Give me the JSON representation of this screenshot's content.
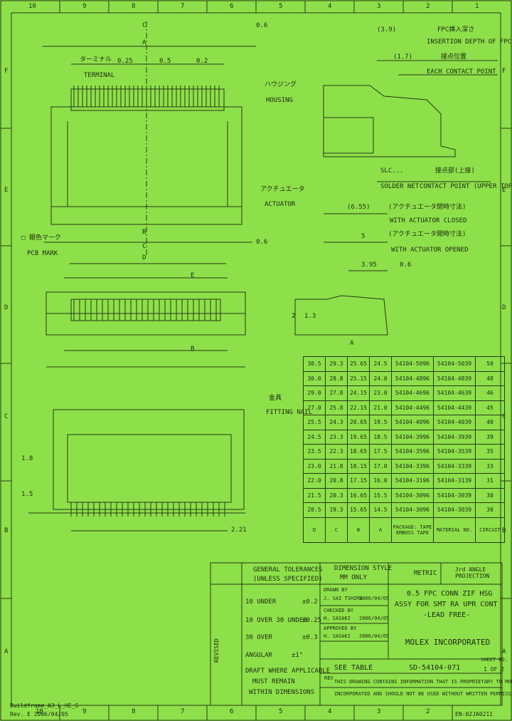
{
  "grid_cols": [
    "10",
    "9",
    "8",
    "7",
    "6",
    "5",
    "4",
    "3",
    "2",
    "1"
  ],
  "grid_rows": [
    "F",
    "E",
    "D",
    "C",
    "B",
    "A"
  ],
  "labels": {
    "dim_c_top": "C",
    "dim_a_top": "A",
    "dim_0_6": "0.6",
    "dim_0_5": "0.5",
    "dim_0_2": "0.2",
    "dim_0_25": "0.25",
    "terminal_jp": "ターミナル",
    "terminal": "TERMINAL",
    "housing_jp": "ハウジング",
    "housing": "HOUSING",
    "actuator_jp": "アクチュエータ",
    "actuator": "ACTUATOR",
    "pcb_jp": "□ 銀色マーク",
    "pcb": "PCB MARK",
    "dim_b": "B",
    "dim_c_mid": "C",
    "dim_d": "D",
    "dim_0_6b": "0.6",
    "fpc_depth_jp": "FPC挿入深さ",
    "fpc_depth": "INSERTION DEPTH OF FPC",
    "contact_pos_jp": "接点位置",
    "contact_pos": "EACH CONTACT POINT",
    "dim_3_9": "(3.9)",
    "dim_1_7": "(1.7)",
    "solder_jp": "SLC...",
    "solder": "SOLDER NET",
    "contact_pt_jp": "接点部(上接)",
    "contact_pt": "CONTACT POINT (UPPER TOP)",
    "dim_6_55": "(6.55)",
    "open_jp": "(アクチュエータ閉時寸法)",
    "open": "WITH ACTUATOR CLOSED",
    "open2_jp": "(アクチュエータ開時寸法)",
    "open2": "WITH ACTUATOR OPENED",
    "dim_5": "5",
    "dim_3_95": "3.95",
    "dim_0_6c": "0.6",
    "dim_2": "2",
    "dim_1_3": "1.3",
    "dim_e": "E",
    "dim_b2": "B",
    "dim_2_21": "2.21",
    "dim_1_8": "1.8",
    "dim_1_5": "1.5",
    "kanagu_jp": "金具",
    "kanagu": "FITTING NAIL",
    "a_marker": "A"
  },
  "parts_table": {
    "rows": [
      [
        "30.5",
        "29.3",
        "25.65",
        "24.5",
        "54104-5096",
        "54104-5039",
        "50"
      ],
      [
        "30.0",
        "28.8",
        "25.15",
        "24.0",
        "54104-4896",
        "54104-4839",
        "48"
      ],
      [
        "29.0",
        "27.8",
        "24.15",
        "23.0",
        "54104-4696",
        "54104-4639",
        "46"
      ],
      [
        "27.0",
        "25.8",
        "22.15",
        "21.0",
        "54104-4496",
        "54104-4439",
        "45"
      ],
      [
        "25.5",
        "24.3",
        "20.65",
        "19.5",
        "54104-4096",
        "54104-4039",
        "40"
      ],
      [
        "24.5",
        "23.3",
        "19.65",
        "18.5",
        "54104-3996",
        "54104-3939",
        "39"
      ],
      [
        "23.5",
        "22.3",
        "18.65",
        "17.5",
        "54104-3596",
        "54104-3539",
        "35"
      ],
      [
        "23.0",
        "21.8",
        "18.15",
        "17.0",
        "54104-3396",
        "54104-3339",
        "33"
      ],
      [
        "22.0",
        "20.8",
        "17.15",
        "16.0",
        "54104-3196",
        "54104-3139",
        "31"
      ],
      [
        "21.5",
        "20.3",
        "16.65",
        "15.5",
        "54104-3096",
        "54104-3039",
        "30"
      ],
      [
        "20.5",
        "19.3",
        "15.65",
        "14.5",
        "54104-3096",
        "54104-3039",
        "30"
      ]
    ],
    "header": [
      "D",
      "C",
      "B",
      "A",
      "PACKAGE: TAPE\nEMBOSS TAPE",
      "MATERIAL NO.",
      "CIRCUIT"
    ]
  },
  "title_block": {
    "gen_tol": "GENERAL TOLERANCES",
    "unless": "(UNLESS SPECIFIED)",
    "dim_style": "DIMENSION STYLE",
    "mm_only": "MM ONLY",
    "metric": "METRIC",
    "proj": "3rd ANGLE PROJECTION",
    "tol_10": "10 UNDER",
    "tol_10v": "±0.2",
    "tol_30": "10 OVER 30 UNDER",
    "tol_30v": "±0.25",
    "tol_over": "30 OVER",
    "tol_overv": "±0.3",
    "angular": "ANGULAR",
    "angular_v": "±1°",
    "draft": "DRAFT WHERE APPLICABLE",
    "must": "MUST REMAIN",
    "within": "WITHIN DIMENSIONS",
    "drawn": "DRAWN BY",
    "drawn_v": "J. SAI  TSHIMA",
    "date1": "2006/04/05",
    "checked": "CHECKED BY",
    "checked_v": "H. SASAKI",
    "date2": "2006/04/05",
    "approved": "APPROVED BY",
    "approved_v": "H. SASAKI",
    "date3": "2006/04/05",
    "title1": "0.5 FPC CONN ZIF HSG",
    "title2": "ASSY FOR SMT RA UPR CONT",
    "title3": "-LEAD FREE-",
    "company": "MOLEX INCORPORATED",
    "see_table": "SEE TABLE",
    "doc_no": "SD-54104-071",
    "sheet": "1 OF 2",
    "notice1": "THIS DRAWING CONTAINS INFORMATION THAT IS PROPRIETARY TO MOLEX",
    "notice2": "INCORPORATED AND SHOULD NOT BE USED WITHOUT WRITTEN PERMISSION",
    "revised": "REVISED",
    "sheet_label": "SHEET NO.",
    "rev_label": "REV"
  },
  "footer": {
    "left1": "Buildframe_A3_L_HE_S",
    "left2": "Rev. E 2006/04/05",
    "right": "EN-02JA0211"
  }
}
